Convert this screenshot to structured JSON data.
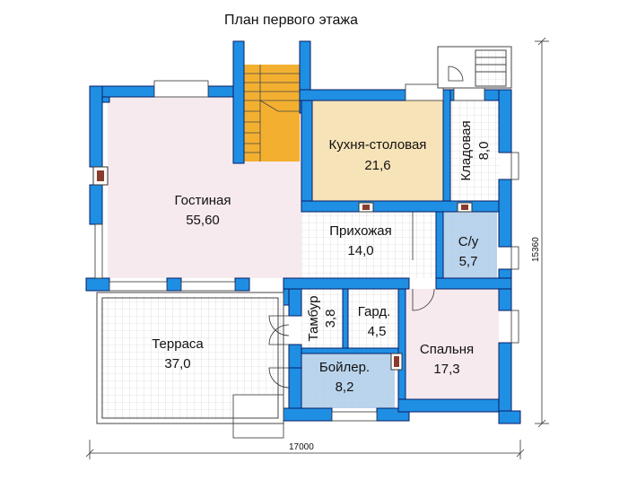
{
  "title": "План первого этажа",
  "rooms": [
    {
      "id": "living",
      "name": "Гостиная",
      "area": "55,60",
      "fill": "#f6eaee"
    },
    {
      "id": "kitchen",
      "name": "Кухня-столовая",
      "area": "21,6",
      "fill": "#f7e3b8"
    },
    {
      "id": "pantry",
      "name": "Кладовая",
      "area": "8,0",
      "fill": "#ffffff"
    },
    {
      "id": "hall",
      "name": "Прихожая",
      "area": "14,0",
      "fill": "#ffffff"
    },
    {
      "id": "bath",
      "name": "С/у",
      "area": "5,7",
      "fill": "#b8d4ee"
    },
    {
      "id": "vestibule",
      "name": "Тамбур",
      "area": "3,8",
      "fill": "#ffffff"
    },
    {
      "id": "wardrobe",
      "name": "Гард.",
      "area": "4,5",
      "fill": "#ffffff"
    },
    {
      "id": "bedroom",
      "name": "Спальня",
      "area": "17,3",
      "fill": "#f6eaee"
    },
    {
      "id": "terrace",
      "name": "Терраса",
      "area": "37,0",
      "fill": "#ffffff"
    },
    {
      "id": "boiler",
      "name": "Бойлер.",
      "area": "8,2",
      "fill": "#b8d4ee"
    }
  ],
  "dimensions": {
    "width": "17000",
    "height": "15360"
  },
  "colors": {
    "wall": "#1f8fe3",
    "wall_outline": "#0a1e66",
    "stair": "#f3b030"
  }
}
